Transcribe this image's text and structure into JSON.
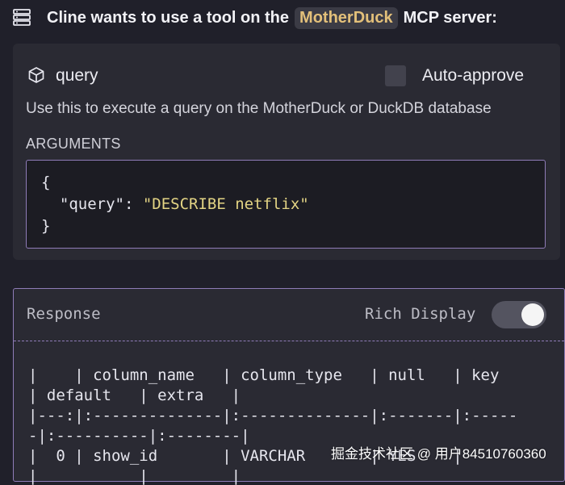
{
  "header": {
    "title_prefix": "Cline wants to use a tool on the",
    "server_name": "MotherDuck",
    "title_suffix": "MCP server:"
  },
  "tool": {
    "name": "query",
    "auto_approve_label": "Auto-approve",
    "auto_approve_checked": false,
    "description": "Use this to execute a query on the MotherDuck or DuckDB database",
    "arguments_label": "ARGUMENTS",
    "arguments_code": {
      "open": "{",
      "key": "  \"query\": ",
      "value": "\"DESCRIBE netflix\"",
      "close": "}"
    }
  },
  "response": {
    "label": "Response",
    "rich_display_label": "Rich Display",
    "rich_display_on": true,
    "lines": [
      "|    | column_name   | column_type   | null   | key",
      "| default   | extra   |",
      "|---:|:--------------|:--------------|:-------|:-----",
      "-|:----------|:--------|",
      "|  0 | show_id       | VARCHAR       | YES    |",
      "|           |         |"
    ]
  },
  "watermark": "掘金技术社区 @ 用户84510760360",
  "colors": {
    "background": "#20202a",
    "card": "#2a2a33",
    "accent_border": "#8f7cb8",
    "server_badge_text": "#e3c07a",
    "string_value": "#e3d484"
  }
}
